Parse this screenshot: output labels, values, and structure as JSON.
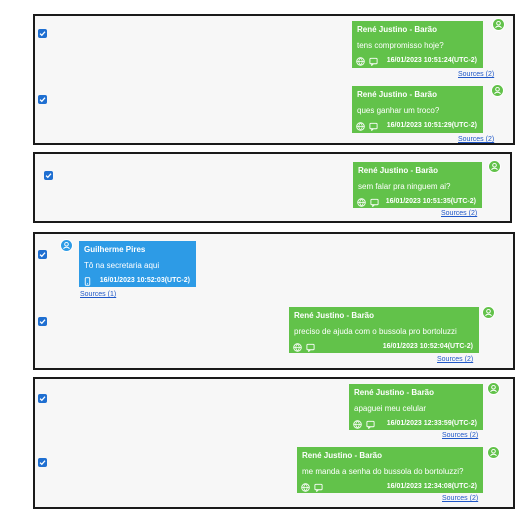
{
  "colors": {
    "sent_bubble": "#62c24a",
    "received_bubble": "#2d9be6",
    "link": "#1f57c8",
    "checkbox": "#1f6fd1"
  },
  "groups": [
    {
      "messages": [
        {
          "author": "René Justino - Barão",
          "text": "tens compromisso hoje?",
          "time": "16/01/2023 10:51:24(UTC-2)",
          "sources": "Sources (2)",
          "checked": true,
          "icons": [
            "globe-icon",
            "message-icon"
          ]
        },
        {
          "author": "René Justino - Barão",
          "text": "ques ganhar um troco?",
          "time": "16/01/2023 10:51:29(UTC-2)",
          "sources": "Sources (2)",
          "checked": true,
          "icons": [
            "globe-icon",
            "message-icon"
          ]
        }
      ]
    },
    {
      "messages": [
        {
          "author": "René Justino - Barão",
          "text": "sem falar pra ninguem ai?",
          "time": "16/01/2023 10:51:35(UTC-2)",
          "sources": "Sources (2)",
          "checked": true,
          "icons": [
            "globe-icon",
            "message-icon"
          ]
        }
      ]
    },
    {
      "messages": [
        {
          "author": "Guilherme Pires",
          "text": "Tô na secretaria aqui",
          "time": "16/01/2023 10:52:03(UTC-2)",
          "sources": "Sources (1)",
          "checked": true,
          "icons": [
            "phone-icon"
          ]
        },
        {
          "author": "René Justino - Barão",
          "text": "preciso de ajuda com o bussola pro bortoluzzi",
          "time": "16/01/2023 10:52:04(UTC-2)",
          "sources": "Sources (2)",
          "checked": true,
          "icons": [
            "globe-icon",
            "message-icon"
          ]
        }
      ]
    },
    {
      "messages": [
        {
          "author": "René Justino - Barão",
          "text": "apaguei meu celular",
          "time": "16/01/2023 12:33:59(UTC-2)",
          "sources": "Sources (2)",
          "checked": true,
          "icons": [
            "globe-icon",
            "message-icon"
          ]
        },
        {
          "author": "René Justino - Barão",
          "text": "me manda a senha do bussola do bortoluzzi?",
          "time": "16/01/2023 12:34:08(UTC-2)",
          "sources": "Sources (2)",
          "checked": true,
          "icons": [
            "globe-icon",
            "message-icon"
          ]
        }
      ]
    }
  ]
}
